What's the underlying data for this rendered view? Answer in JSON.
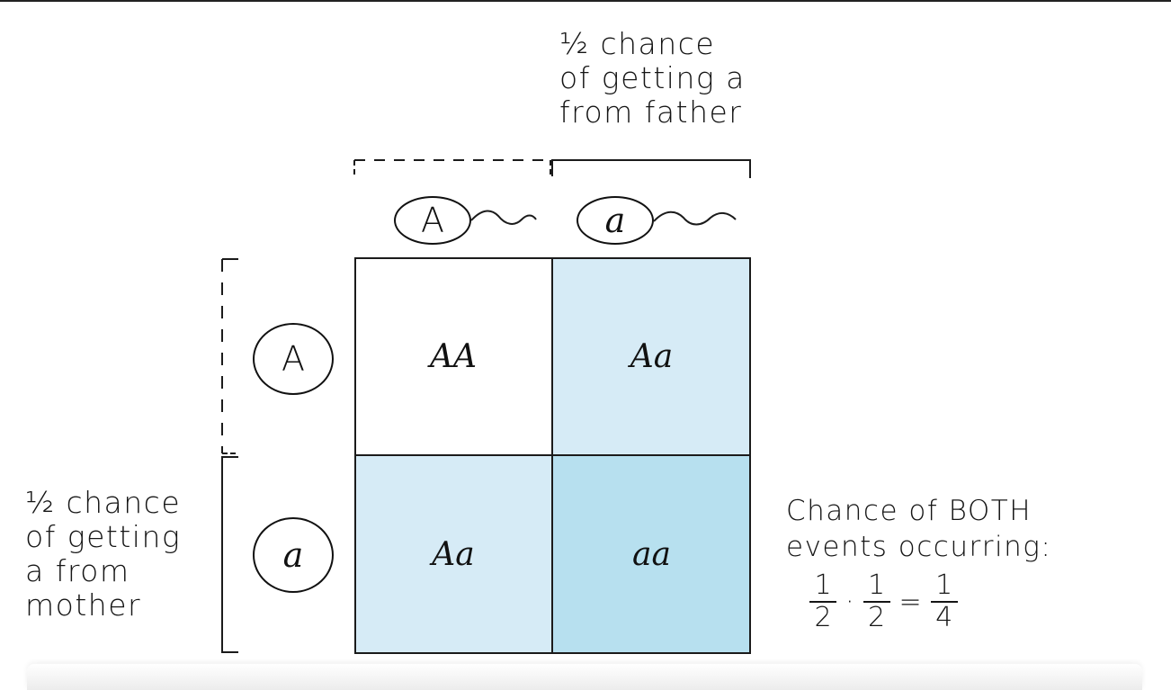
{
  "father_note": {
    "lines": [
      "½ chance",
      "of getting a",
      "from father"
    ]
  },
  "mother_note": {
    "lines": [
      "½ chance",
      "of getting",
      "a from",
      "mother"
    ]
  },
  "both_note": {
    "lines": [
      "Chance of BOTH",
      "events occurring:"
    ]
  },
  "calculation": {
    "f1_num": "1",
    "f1_den": "2",
    "dot": "·",
    "f2_num": "1",
    "f2_den": "2",
    "equals": "=",
    "result_num": "1",
    "result_den": "4"
  },
  "father_alleles": [
    "A",
    "a"
  ],
  "mother_alleles": [
    "A",
    "a"
  ],
  "punnett": {
    "cells": [
      "AA",
      "Aa",
      "Aa",
      "aa"
    ]
  },
  "colors": {
    "cell_white": "#ffffff",
    "cell_light_blue": "#d6ebf6",
    "cell_medium_blue": "#b7e0ef",
    "ink": "#111111"
  },
  "icons": [
    "sperm-icon",
    "egg-circle-icon",
    "bracket-icon"
  ]
}
